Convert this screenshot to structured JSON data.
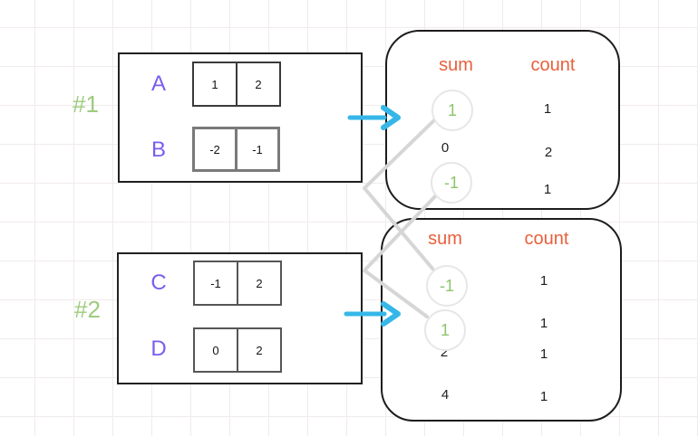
{
  "examples": [
    {
      "id": "#1",
      "arrays": [
        {
          "name": "A",
          "values": [
            "1",
            "2"
          ]
        },
        {
          "name": "B",
          "values": [
            "-2",
            "-1"
          ]
        }
      ]
    },
    {
      "id": "#2",
      "arrays": [
        {
          "name": "C",
          "values": [
            "-1",
            "2"
          ]
        },
        {
          "name": "D",
          "values": [
            "0",
            "2"
          ]
        }
      ]
    }
  ],
  "tables": [
    {
      "headers": {
        "sum": "sum",
        "count": "count"
      },
      "rows": [
        {
          "sum": "1",
          "count": "1",
          "highlighted": true
        },
        {
          "sum": "0",
          "count": "2",
          "highlighted": false
        },
        {
          "sum": "-1",
          "count": "1",
          "highlighted": true
        }
      ]
    },
    {
      "headers": {
        "sum": "sum",
        "count": "count"
      },
      "rows": [
        {
          "sum": "-1",
          "count": "1",
          "highlighted": true
        },
        {
          "sum": "1",
          "count": "1",
          "highlighted": true
        },
        {
          "sum": "2",
          "count": "1",
          "highlighted": false
        },
        {
          "sum": "4",
          "count": "1",
          "highlighted": false
        }
      ]
    }
  ],
  "colors": {
    "example_label_green": "#9ecb7e",
    "array_label_purple": "#7b5cf0",
    "header_orange": "#e8603c",
    "arrow_cyan": "#36b7e8",
    "connector_gray": "#d6d6d6",
    "circled_sum_green": "#8cc46d"
  }
}
